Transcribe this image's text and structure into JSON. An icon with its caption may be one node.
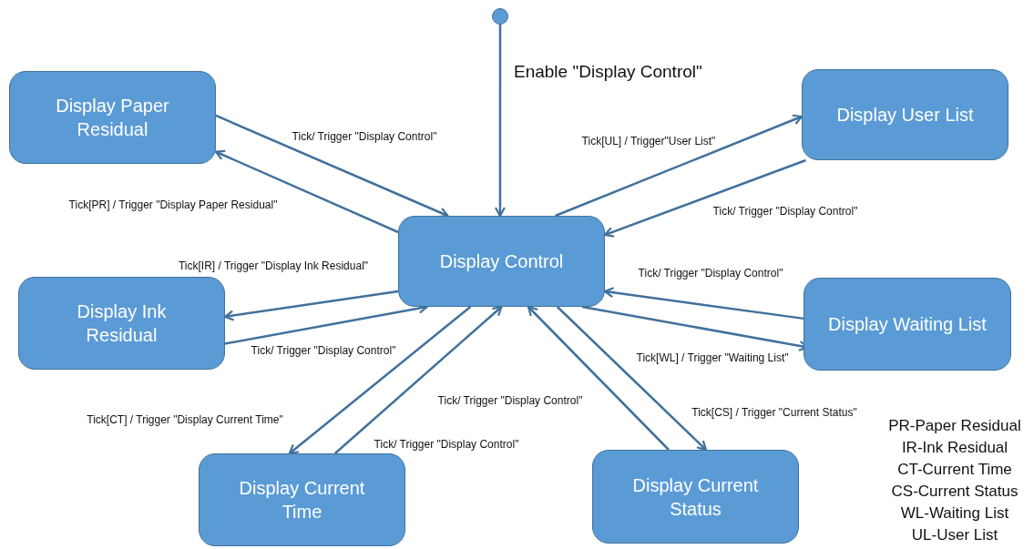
{
  "diagram": {
    "nodes": [
      {
        "text": [],
        "shape": "circle"
      },
      {
        "text": [
          "Display Paper Residual"
        ]
      },
      {
        "text": [
          "Display User List"
        ]
      },
      {
        "text": [
          "Display Control"
        ]
      },
      {
        "text": [
          "Display Ink Residual"
        ]
      },
      {
        "text": [
          "Display Waiting List"
        ]
      },
      {
        "text": [
          "Display Current Time"
        ]
      },
      {
        "text": [
          "Display Current Status"
        ]
      }
    ],
    "edges": [
      {
        "from": 0,
        "to": 3,
        "arrow": "to",
        "label": "Enable \"Display Control\""
      },
      {
        "from": 1,
        "to": 3,
        "arrow": "to",
        "label": "Tick/ Trigger \"Display Control\""
      },
      {
        "from": 3,
        "to": 1,
        "arrow": "to",
        "label": "Tick[PR] / Trigger \"Display Paper Residual\""
      },
      {
        "from": 3,
        "to": 4,
        "arrow": "to",
        "label": "Tick[IR] / Trigger \"Display Ink Residual\""
      },
      {
        "from": 4,
        "to": 3,
        "arrow": "to",
        "label": "Tick/ Trigger \"Display Control\""
      },
      {
        "from": 3,
        "to": 2,
        "arrow": "to",
        "label": "Tick[UL] / Trigger\"User List\""
      },
      {
        "from": 2,
        "to": 3,
        "arrow": "to",
        "label": "Tick/ Trigger \"Display Control\""
      },
      {
        "from": 5,
        "to": 3,
        "arrow": "to",
        "label": "Tick/ Trigger \"Display Control\""
      },
      {
        "from": 3,
        "to": 5,
        "arrow": "to",
        "label": "Tick[WL] / Trigger \"Waiting List\""
      },
      {
        "from": 3,
        "to": 6,
        "arrow": "to",
        "label": "Tick[CT] / Trigger \"Display Current Time\""
      },
      {
        "from": 6,
        "to": 3,
        "arrow": "to",
        "label": "Tick/ Trigger \"Display Control\""
      },
      {
        "from": 7,
        "to": 3,
        "arrow": "to",
        "label": "Tick/ Trigger \"Display Control\""
      },
      {
        "from": 3,
        "to": 7,
        "arrow": "to",
        "label": "Tick[CS] / Trigger \"Current Status\""
      }
    ],
    "labels": [
      "PR-Paper Residual",
      "IR-Ink Residual",
      "CT-Current Time",
      "CS-Current Status",
      "WL-Waiting List",
      "UL-User List"
    ]
  }
}
